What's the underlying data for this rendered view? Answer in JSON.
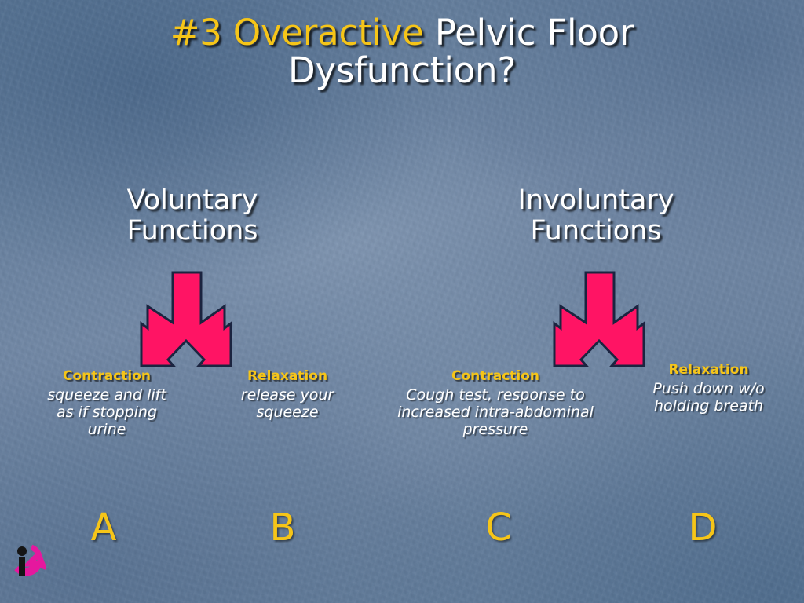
{
  "slide": {
    "title": {
      "highlight": "#3 Overactive",
      "rest": " Pelvic Floor",
      "line2": "Dysfunction?",
      "full": "#3 Overactive Pelvic Floor Dysfunction?"
    },
    "groups": [
      {
        "id": "voluntary",
        "label": "Voluntary\nFunctions",
        "label_line1": "Voluntary",
        "label_line2": "Functions"
      },
      {
        "id": "involuntary",
        "label": "Involuntary\nFunctions",
        "label_line1": "Involuntary",
        "label_line2": "Functions"
      }
    ],
    "items": [
      {
        "letter": "A",
        "heading": "Contraction",
        "description": "squeeze and lift as if stopping urine"
      },
      {
        "letter": "B",
        "heading": "Relaxation",
        "description": "release your squeeze"
      },
      {
        "letter": "C",
        "heading": "Contraction",
        "description": "Cough test, response to increased intra-abdominal pressure"
      },
      {
        "letter": "D",
        "heading": "Relaxation",
        "description": "Push down w/o holding breath"
      }
    ],
    "logo": {
      "name": "institute-i-logo",
      "letter": "i"
    },
    "colors": {
      "background": "#6d86a3",
      "accent_yellow": "#f6c518",
      "text_white": "#ffffff",
      "arrow_pink": "#ff1464",
      "arrow_outline": "#1b2440",
      "logo_black": "#1a1a1a",
      "logo_magenta": "#e5189e"
    }
  }
}
